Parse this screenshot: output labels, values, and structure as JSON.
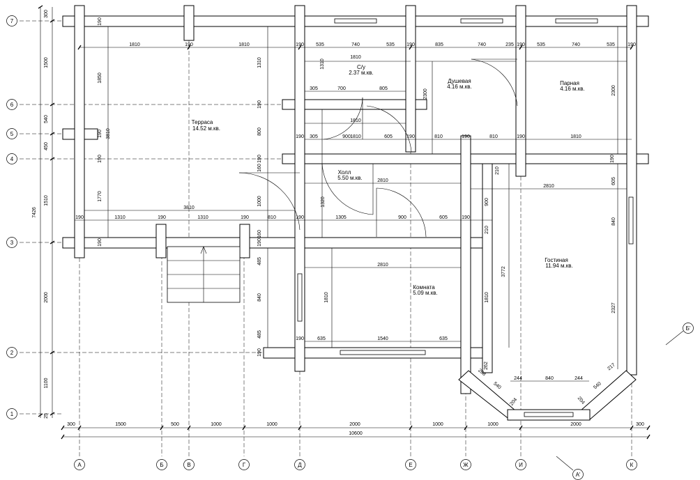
{
  "rooms": [
    {
      "name": "Терраса",
      "area": "14.52 м.кв."
    },
    {
      "name": "С/у",
      "area": "2.37 м.кв."
    },
    {
      "name": "Душевая",
      "area": "4.16 м.кв."
    },
    {
      "name": "Парная",
      "area": "4.16 м.кв."
    },
    {
      "name": "Холл",
      "area": "5.50 м.кв."
    },
    {
      "name": "Гостиная",
      "area": "11.94 м.кв."
    },
    {
      "name": "Комната",
      "area": "5.09 м.кв."
    }
  ],
  "axes_numeric": [
    "7",
    "6",
    "5",
    "4",
    "3",
    "2",
    "1"
  ],
  "axes_letter": [
    "А",
    "Б",
    "В",
    "Г",
    "Д",
    "Е",
    "Ж",
    "И",
    "К"
  ],
  "section_marks": [
    "Б'",
    "А'"
  ],
  "dims": {
    "top_row": [
      "1810",
      "190",
      "1810",
      "190",
      "535",
      "740",
      "535",
      "190",
      "835",
      "740",
      "235",
      "190",
      "535",
      "740",
      "535",
      "190"
    ],
    "su": [
      "1810",
      "1310"
    ],
    "shower_row": [
      "305",
      "700",
      "805",
      "2300",
      "2300"
    ],
    "row_1810": [
      "1810",
      "1810",
      "190",
      "810",
      "190",
      "810",
      "190",
      "1810"
    ],
    "row_hall": [
      "190",
      "305",
      "900",
      "605",
      "190"
    ],
    "mid_row": [
      "2810",
      "2810",
      "210",
      "605",
      "900"
    ],
    "row3": [
      "190",
      "1310",
      "190",
      "1310",
      "190",
      "810",
      "190",
      "1305",
      "900",
      "605",
      "190",
      "210"
    ],
    "row3810": [
      "3810"
    ],
    "komnata": [
      "2810",
      "485",
      "840",
      "485",
      "1810",
      "3772",
      "1810",
      "2327",
      "840"
    ],
    "row2": [
      "190",
      "635",
      "1540",
      "635"
    ],
    "gost": [
      "244",
      "840",
      "244",
      "540",
      "540",
      "262",
      "204",
      "204",
      "217",
      "208"
    ],
    "left_vert": [
      "300",
      "1500",
      "540",
      "450",
      "1510",
      "2000",
      "1100",
      "25",
      "7426"
    ],
    "inner_vert": [
      "190",
      "1850",
      "190",
      "3810",
      "190",
      "1770",
      "190",
      "1310",
      "190",
      "800",
      "190",
      "160",
      "1000",
      "160",
      "1320",
      "190",
      "190"
    ],
    "bottom": [
      "300",
      "1500",
      "500",
      "1000",
      "1000",
      "2000",
      "1000",
      "1000",
      "2000",
      "300"
    ],
    "total": "10600"
  }
}
